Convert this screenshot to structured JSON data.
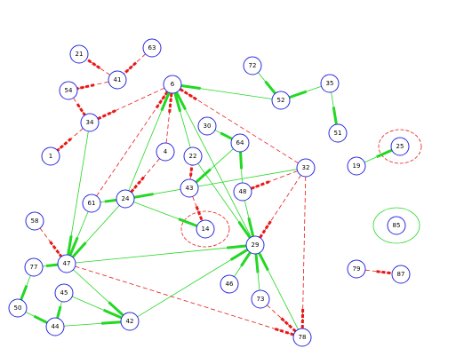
{
  "nodes": [
    {
      "id": "1",
      "label": "1"
    },
    {
      "id": "6",
      "label": "6"
    },
    {
      "id": "4",
      "label": "4"
    },
    {
      "id": "14",
      "label": "14"
    },
    {
      "id": "19",
      "label": "19"
    },
    {
      "id": "21",
      "label": "21"
    },
    {
      "id": "22",
      "label": "22"
    },
    {
      "id": "24",
      "label": "24"
    },
    {
      "id": "25",
      "label": "25"
    },
    {
      "id": "29",
      "label": "29"
    },
    {
      "id": "30",
      "label": "30"
    },
    {
      "id": "32",
      "label": "32"
    },
    {
      "id": "34",
      "label": "34"
    },
    {
      "id": "35",
      "label": "35"
    },
    {
      "id": "41",
      "label": "41"
    },
    {
      "id": "42",
      "label": "42"
    },
    {
      "id": "43",
      "label": "43"
    },
    {
      "id": "44",
      "label": "44"
    },
    {
      "id": "45",
      "label": "45"
    },
    {
      "id": "46",
      "label": "46"
    },
    {
      "id": "47",
      "label": "47"
    },
    {
      "id": "48",
      "label": "48"
    },
    {
      "id": "50",
      "label": "50"
    },
    {
      "id": "51",
      "label": "51"
    },
    {
      "id": "52",
      "label": "52"
    },
    {
      "id": "54",
      "label": "54"
    },
    {
      "id": "58",
      "label": "58"
    },
    {
      "id": "61",
      "label": "61"
    },
    {
      "id": "63",
      "label": "63"
    },
    {
      "id": "64",
      "label": "64"
    },
    {
      "id": "72",
      "label": "72"
    },
    {
      "id": "73",
      "label": "73"
    },
    {
      "id": "77",
      "label": "77"
    },
    {
      "id": "78",
      "label": "78"
    },
    {
      "id": "79",
      "label": "79"
    },
    {
      "id": "85",
      "label": "85"
    },
    {
      "id": "87",
      "label": "87"
    }
  ],
  "edges": [
    {
      "from": "41",
      "to": "21",
      "style": "red"
    },
    {
      "from": "63",
      "to": "41",
      "style": "red"
    },
    {
      "from": "41",
      "to": "54",
      "style": "red"
    },
    {
      "from": "54",
      "to": "34",
      "style": "red"
    },
    {
      "from": "6",
      "to": "34",
      "style": "red"
    },
    {
      "from": "34",
      "to": "1",
      "style": "red"
    },
    {
      "from": "34",
      "to": "47",
      "style": "green"
    },
    {
      "from": "52",
      "to": "6",
      "style": "green"
    },
    {
      "from": "72",
      "to": "52",
      "style": "green"
    },
    {
      "from": "35",
      "to": "52",
      "style": "green"
    },
    {
      "from": "35",
      "to": "51",
      "style": "green"
    },
    {
      "from": "32",
      "to": "6",
      "style": "red"
    },
    {
      "from": "4",
      "to": "6",
      "style": "red"
    },
    {
      "from": "61",
      "to": "6",
      "style": "red"
    },
    {
      "from": "24",
      "to": "6",
      "style": "green"
    },
    {
      "from": "22",
      "to": "6",
      "style": "green"
    },
    {
      "from": "29",
      "to": "6",
      "style": "green"
    },
    {
      "from": "30",
      "to": "64",
      "style": "green"
    },
    {
      "from": "64",
      "to": "43",
      "style": "green"
    },
    {
      "from": "48",
      "to": "64",
      "style": "green"
    },
    {
      "from": "43",
      "to": "22",
      "style": "red"
    },
    {
      "from": "22",
      "to": "29",
      "style": "green"
    },
    {
      "from": "4",
      "to": "24",
      "style": "red"
    },
    {
      "from": "61",
      "to": "24",
      "style": "green"
    },
    {
      "from": "32",
      "to": "24",
      "style": "green"
    },
    {
      "from": "24",
      "to": "14",
      "style": "green"
    },
    {
      "from": "43",
      "to": "14",
      "style": "red"
    },
    {
      "from": "24",
      "to": "47",
      "style": "green"
    },
    {
      "from": "61",
      "to": "47",
      "style": "green"
    },
    {
      "from": "48",
      "to": "29",
      "style": "green"
    },
    {
      "from": "32",
      "to": "29",
      "style": "red"
    },
    {
      "from": "32",
      "to": "48",
      "style": "red"
    },
    {
      "from": "32",
      "to": "78",
      "style": "red"
    },
    {
      "from": "47",
      "to": "29",
      "style": "green"
    },
    {
      "from": "42",
      "to": "29",
      "style": "green"
    },
    {
      "from": "46",
      "to": "29",
      "style": "green"
    },
    {
      "from": "73",
      "to": "29",
      "style": "green"
    },
    {
      "from": "78",
      "to": "29",
      "style": "green"
    },
    {
      "from": "73",
      "to": "78",
      "style": "red"
    },
    {
      "from": "58",
      "to": "47",
      "style": "red"
    },
    {
      "from": "77",
      "to": "47",
      "style": "green"
    },
    {
      "from": "47",
      "to": "42",
      "style": "green"
    },
    {
      "from": "47",
      "to": "78",
      "style": "red"
    },
    {
      "from": "45",
      "to": "44",
      "style": "green"
    },
    {
      "from": "45",
      "to": "42",
      "style": "green"
    },
    {
      "from": "44",
      "to": "42",
      "style": "green"
    },
    {
      "from": "77",
      "to": "50",
      "style": "green"
    },
    {
      "from": "50",
      "to": "44",
      "style": "green"
    },
    {
      "from": "19",
      "to": "25",
      "style": "green"
    },
    {
      "from": "79",
      "to": "87",
      "style": "red"
    }
  ],
  "halos": [
    {
      "node": "14",
      "style": "red"
    },
    {
      "node": "25",
      "style": "red"
    },
    {
      "node": "85",
      "style": "green"
    }
  ],
  "colors": {
    "green_edge": "#22d822",
    "red_edge": "#e81818",
    "node_stroke": "#2a2ae0"
  }
}
